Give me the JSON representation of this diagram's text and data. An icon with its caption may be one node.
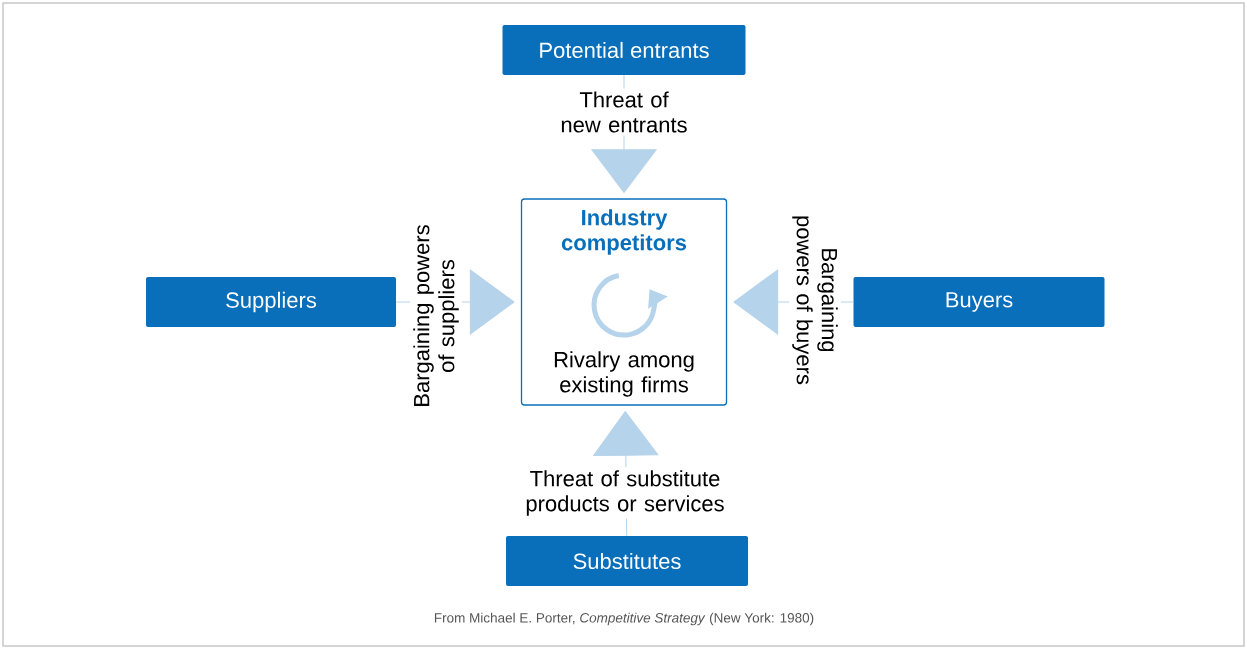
{
  "diagram": {
    "caption": "From Michael E. Porter, *Competitive Strategy* (New York: 1980)",
    "nodes": [
      {
        "text": [
          "Potential entrants"
        ]
      },
      {
        "text": [
          "Suppliers"
        ]
      },
      {
        "text": [
          "Industry competitors",
          "Rivalry among existing firms"
        ]
      },
      {
        "text": [
          "Buyers"
        ]
      },
      {
        "text": [
          "Substitutes"
        ]
      }
    ],
    "edges": [
      {
        "from": 0,
        "to": 2,
        "arrow": "to",
        "label": "Threat of new entrants"
      },
      {
        "from": 1,
        "to": 2,
        "arrow": "to",
        "label": "Bargaining powers of suppliers"
      },
      {
        "from": 3,
        "to": 2,
        "arrow": "to",
        "label": "Bargaining powers of buyers"
      },
      {
        "from": 4,
        "to": 2,
        "arrow": "to",
        "label": "Threat of substitute products or services"
      }
    ]
  }
}
